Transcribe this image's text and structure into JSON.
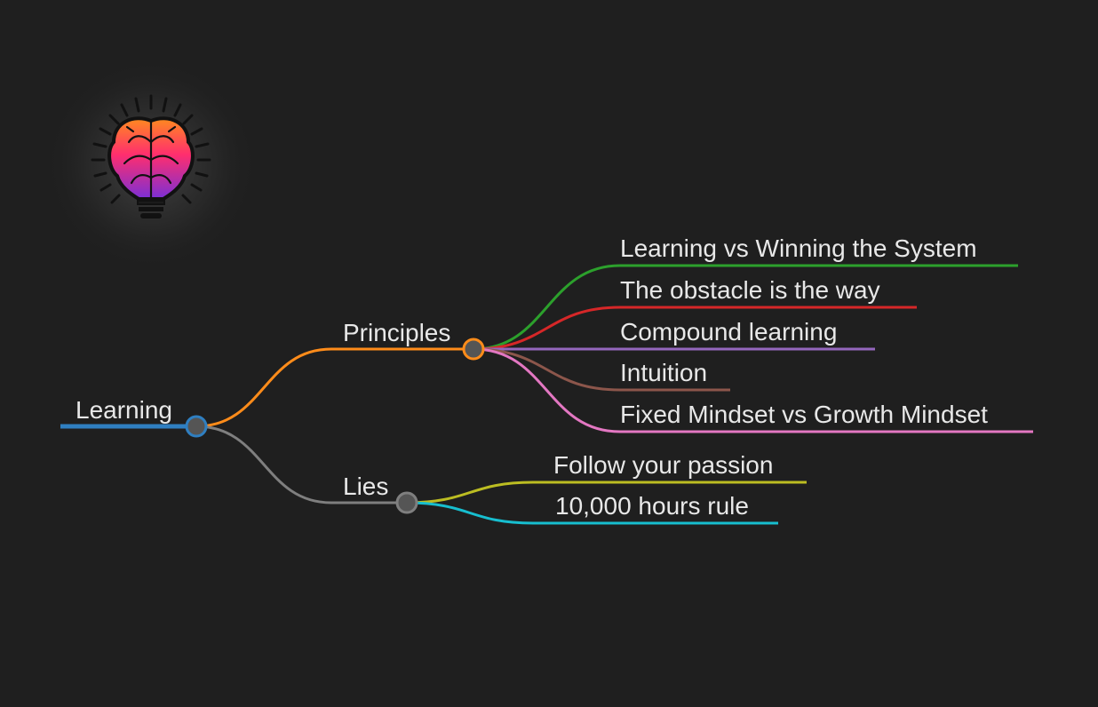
{
  "mindmap": {
    "root": {
      "label": "Learning",
      "color": "#2f7fc1"
    },
    "branches": [
      {
        "label": "Principles",
        "color": "#ff8c1a",
        "leaves": [
          {
            "label": "Learning vs Winning the System",
            "color": "#2ca02c"
          },
          {
            "label": "The obstacle is the way",
            "color": "#d62728"
          },
          {
            "label": "Compound learning",
            "color": "#9467bd"
          },
          {
            "label": "Intuition",
            "color": "#8c564b"
          },
          {
            "label": "Fixed Mindset vs Growth Mindset",
            "color": "#e377c2"
          }
        ]
      },
      {
        "label": "Lies",
        "color": "#7f7f7f",
        "leaves": [
          {
            "label": "Follow your passion",
            "color": "#bcbd22"
          },
          {
            "label": "10,000 hours rule",
            "color": "#17becf"
          }
        ]
      }
    ]
  },
  "logo": {
    "icon": "brain-lightbulb-icon"
  },
  "colors": {
    "background": "#1f1f1f",
    "text": "#e8e8e8"
  }
}
